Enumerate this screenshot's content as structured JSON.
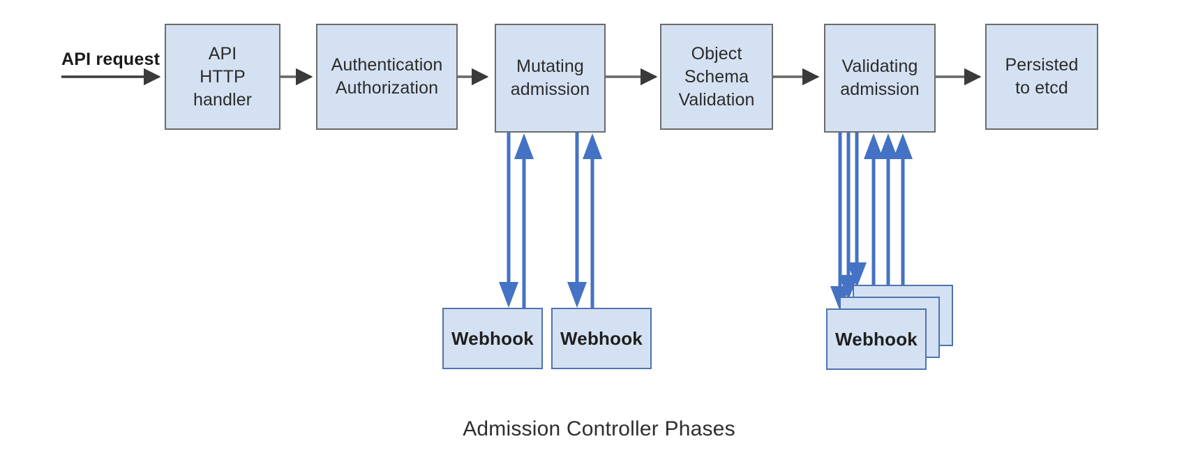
{
  "caption": "Admission Controller Phases",
  "entry": {
    "label": "API request"
  },
  "colors": {
    "box_fill": "#d4e1f2",
    "phase_box_border": "#6b6b6b",
    "webhook_box_border": "#4e73b0",
    "flow_arrow": "#555555",
    "webhook_arrow": "#4472c4",
    "background": "#ffffff",
    "text": "#1f1f1f"
  },
  "phases": [
    {
      "id": "api-http-handler",
      "label": "API\nHTTP\nhandler"
    },
    {
      "id": "authn-authz",
      "label": "Authentication\nAuthorization"
    },
    {
      "id": "mutating-admission",
      "label": "Mutating\nadmission"
    },
    {
      "id": "object-schema-validation",
      "label": "Object\nSchema\nValidation"
    },
    {
      "id": "validating-admission",
      "label": "Validating\nadmission"
    },
    {
      "id": "persisted-to-etcd",
      "label": "Persisted\nto etcd"
    }
  ],
  "webhooks": [
    {
      "id": "mutating-webhook-1",
      "label": "Webhook",
      "phase": "mutating-admission",
      "stacked": false
    },
    {
      "id": "mutating-webhook-2",
      "label": "Webhook",
      "phase": "mutating-admission",
      "stacked": false
    },
    {
      "id": "validating-webhook-stack",
      "label": "Webhook",
      "phase": "validating-admission",
      "stacked": true,
      "stack_count": 3
    }
  ],
  "flow_arrows": [
    {
      "from": "api-request",
      "to": "api-http-handler"
    },
    {
      "from": "api-http-handler",
      "to": "authn-authz"
    },
    {
      "from": "authn-authz",
      "to": "mutating-admission"
    },
    {
      "from": "mutating-admission",
      "to": "object-schema-validation"
    },
    {
      "from": "object-schema-validation",
      "to": "validating-admission"
    },
    {
      "from": "validating-admission",
      "to": "persisted-to-etcd"
    }
  ],
  "webhook_arrows": [
    {
      "from": "mutating-admission",
      "to": "mutating-webhook-1",
      "direction": "down"
    },
    {
      "from": "mutating-webhook-1",
      "to": "mutating-admission",
      "direction": "up"
    },
    {
      "from": "mutating-admission",
      "to": "mutating-webhook-2",
      "direction": "down"
    },
    {
      "from": "mutating-webhook-2",
      "to": "mutating-admission",
      "direction": "up"
    },
    {
      "from": "validating-admission",
      "to": "validating-webhook-stack",
      "direction": "down",
      "count": 3
    },
    {
      "from": "validating-webhook-stack",
      "to": "validating-admission",
      "direction": "up",
      "count": 3
    }
  ]
}
